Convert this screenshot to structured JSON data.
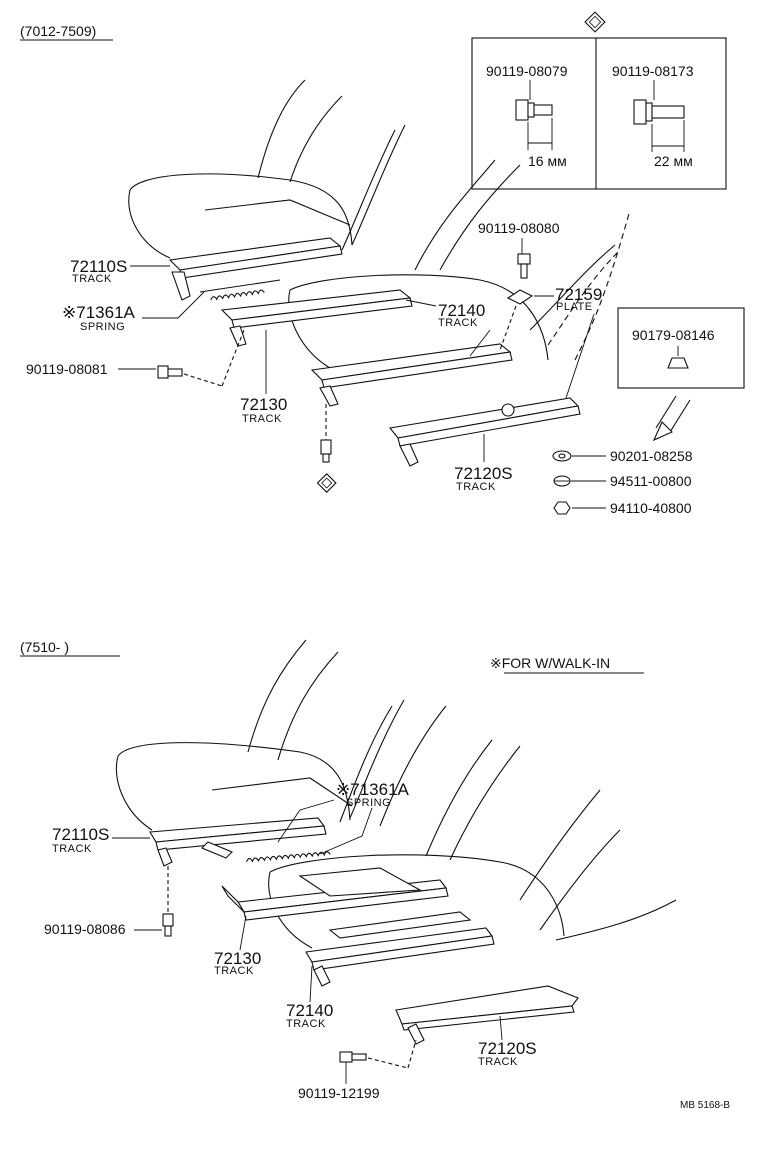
{
  "panel_top": {
    "range_label": "(7012-7509)",
    "inset_bolts": [
      {
        "part": "90119-08079",
        "length": "16 мм"
      },
      {
        "part": "90119-08173",
        "length": "22 мм"
      }
    ],
    "inset_nut": {
      "part": "90179-08146"
    },
    "callouts": [
      {
        "code": "72110S",
        "name": "TRACK"
      },
      {
        "code": "※71361A",
        "name": "SPRING"
      },
      {
        "code": "90119-08081",
        "name": ""
      },
      {
        "code": "72130",
        "name": "TRACK"
      },
      {
        "code": "90119-08080",
        "name": ""
      },
      {
        "code": "72159",
        "name": "PLATE"
      },
      {
        "code": "72140",
        "name": "TRACK"
      },
      {
        "code": "72120S",
        "name": "TRACK"
      },
      {
        "code": "90201-08258",
        "name": ""
      },
      {
        "code": "94511-00800",
        "name": ""
      },
      {
        "code": "94110-40800",
        "name": ""
      }
    ]
  },
  "panel_bottom": {
    "range_label": "(7510-        )",
    "note": "※FOR W/WALK-IN",
    "callouts": [
      {
        "code": "※71361A",
        "name": "SPRING"
      },
      {
        "code": "72110S",
        "name": "TRACK"
      },
      {
        "code": "90119-08086",
        "name": ""
      },
      {
        "code": "72130",
        "name": "TRACK"
      },
      {
        "code": "72140",
        "name": "TRACK"
      },
      {
        "code": "72120S",
        "name": "TRACK"
      },
      {
        "code": "90119-12199",
        "name": ""
      }
    ]
  },
  "footer": {
    "drawing_code": "MB 5168-B"
  }
}
